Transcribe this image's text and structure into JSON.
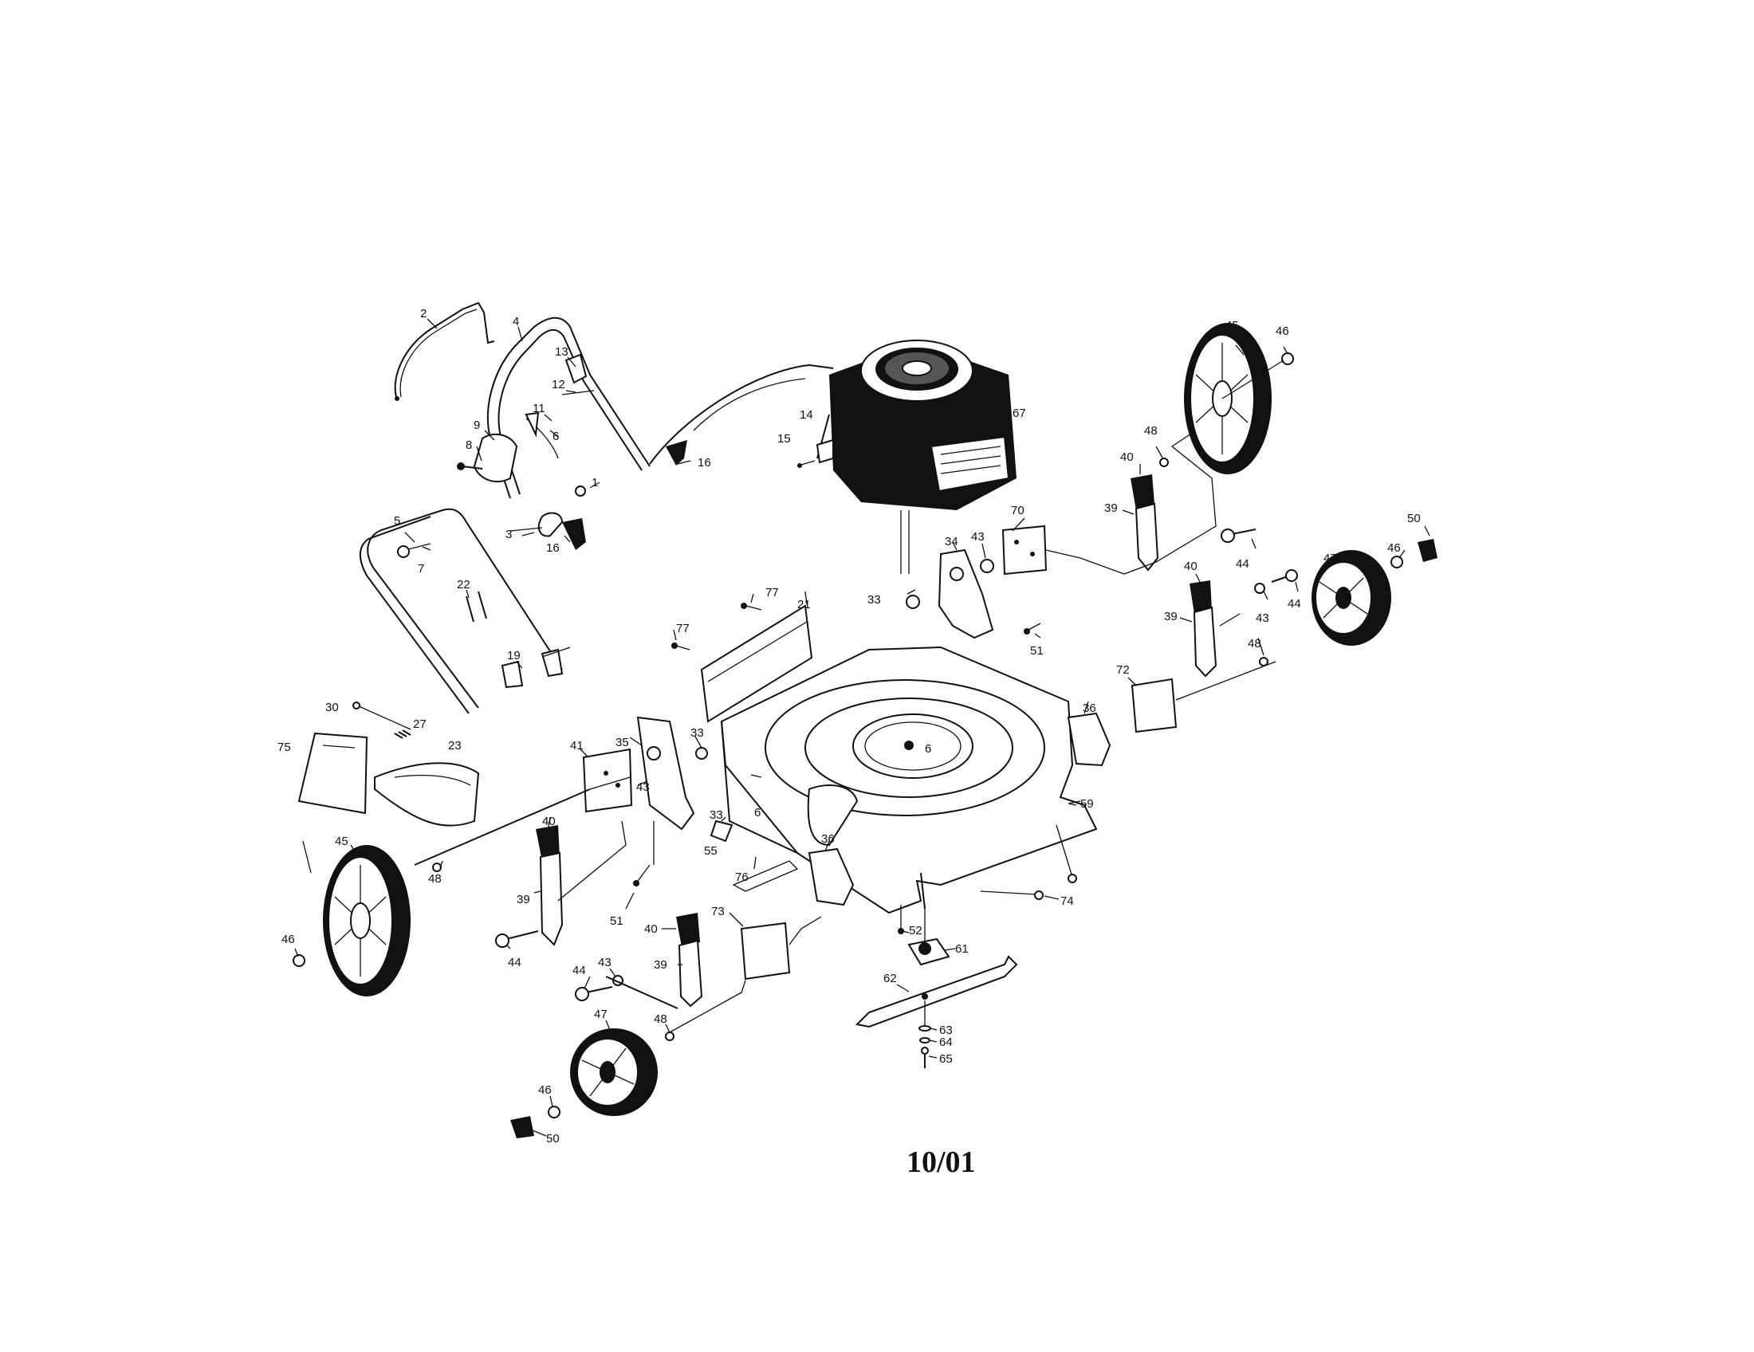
{
  "diagram": {
    "footer_text": "10/01",
    "part_labels": [
      "2",
      "4",
      "13",
      "12",
      "11",
      "6",
      "9",
      "8",
      "1",
      "3",
      "16",
      "16",
      "5",
      "7",
      "22",
      "19",
      "30",
      "27",
      "75",
      "23",
      "14",
      "15",
      "67",
      "45",
      "46",
      "48",
      "40",
      "39",
      "70",
      "34",
      "43",
      "33",
      "51",
      "44",
      "50",
      "46",
      "47",
      "43",
      "44",
      "40",
      "39",
      "48",
      "77",
      "21",
      "77",
      "72",
      "36",
      "41",
      "35",
      "33",
      "43",
      "6",
      "33",
      "6",
      "55",
      "76",
      "59",
      "74",
      "40",
      "39",
      "45",
      "48",
      "46",
      "44",
      "51",
      "73",
      "36",
      "52",
      "61",
      "62",
      "63",
      "64",
      "65",
      "40",
      "39",
      "44",
      "43",
      "48",
      "47",
      "46",
      "50"
    ]
  }
}
